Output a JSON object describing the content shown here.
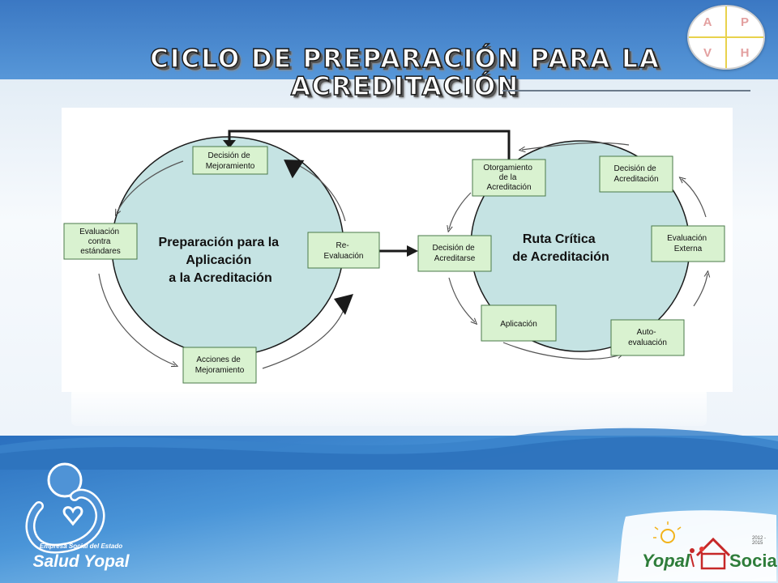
{
  "slide": {
    "title": "Ciclo de Preparación para la Acreditación",
    "pdca_letters": [
      "A",
      "P",
      "V",
      "H"
    ]
  },
  "diagram": {
    "left_cycle": {
      "center_label": [
        "Preparación para la",
        "Aplicación",
        "a la Acreditación"
      ],
      "boxes": {
        "decision_mejoramiento": [
          "Decisión de",
          "Mejoramiento"
        ],
        "evaluacion_estandares": [
          "Evaluación",
          "contra",
          "estándares"
        ],
        "re_evaluacion": [
          "Re-",
          "Evaluación"
        ],
        "acciones_mejoramiento": [
          "Acciones de",
          "Mejoramiento"
        ]
      }
    },
    "right_cycle": {
      "center_label": [
        "Ruta Crítica",
        "de Acreditación"
      ],
      "boxes": {
        "otorgamiento": [
          "Otorgamiento",
          "de la",
          "Acreditación"
        ],
        "decision_acreditacion": [
          "Decisión de",
          "Acreditación"
        ],
        "evaluacion_externa": [
          "Evaluación",
          "Externa"
        ],
        "decision_acreditarse": [
          "Decisión de",
          "Acreditarse"
        ],
        "aplicacion": [
          "Aplicación"
        ],
        "auto_evaluacion": [
          "Auto-",
          "evaluación"
        ]
      }
    },
    "colors": {
      "circle_fill": "#c5e3e3",
      "box_fill": "#d9f2d0",
      "box_border": "#4a7a4a",
      "arrow": "#1a1a1a"
    }
  },
  "logos": {
    "left_subtitle": "Empresa Social del Estado",
    "left_name": "Salud Yopal",
    "right_word1": "Yopal",
    "right_word2": "Social",
    "right_years": "2012 - 2015"
  }
}
